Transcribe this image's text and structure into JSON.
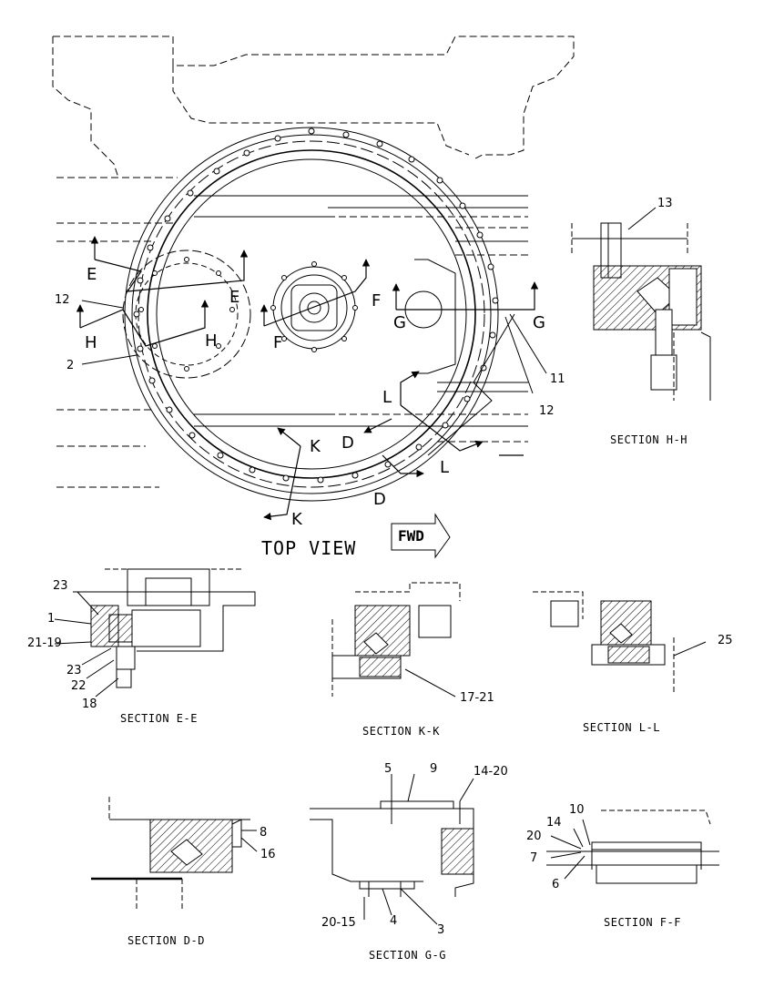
{
  "labels": {
    "top_view": "TOP VIEW",
    "fwd": "FWD",
    "section_hh": "SECTION H-H",
    "section_ee": "SECTION E-E",
    "section_kk": "SECTION K-K",
    "section_ll": "SECTION L-L",
    "section_dd": "SECTION D-D",
    "section_gg": "SECTION G-G",
    "section_ff": "SECTION F-F"
  },
  "section_letters": {
    "e1": "E",
    "e2": "E",
    "h1": "H",
    "h2": "H",
    "f1": "F",
    "f2": "F",
    "g1": "G",
    "g2": "G",
    "l1": "L",
    "l2": "L",
    "k1": "K",
    "k2": "K",
    "d1": "D",
    "d2": "D"
  },
  "callouts": {
    "top_12a": "12",
    "top_2": "2",
    "top_11": "11",
    "top_12b": "12",
    "hh_13": "13",
    "ee_23a": "23",
    "ee_1": "1",
    "ee_2119": "21-19",
    "ee_23b": "23",
    "ee_22": "22",
    "ee_18": "18",
    "kk_1721": "17-21",
    "ll_25": "25",
    "dd_8": "8",
    "dd_16": "16",
    "gg_5": "5",
    "gg_9": "9",
    "gg_1420": "14-20",
    "gg_2015": "20-15",
    "gg_4": "4",
    "gg_3": "3",
    "ff_10": "10",
    "ff_14": "14",
    "ff_20": "20",
    "ff_7": "7",
    "ff_6": "6"
  }
}
